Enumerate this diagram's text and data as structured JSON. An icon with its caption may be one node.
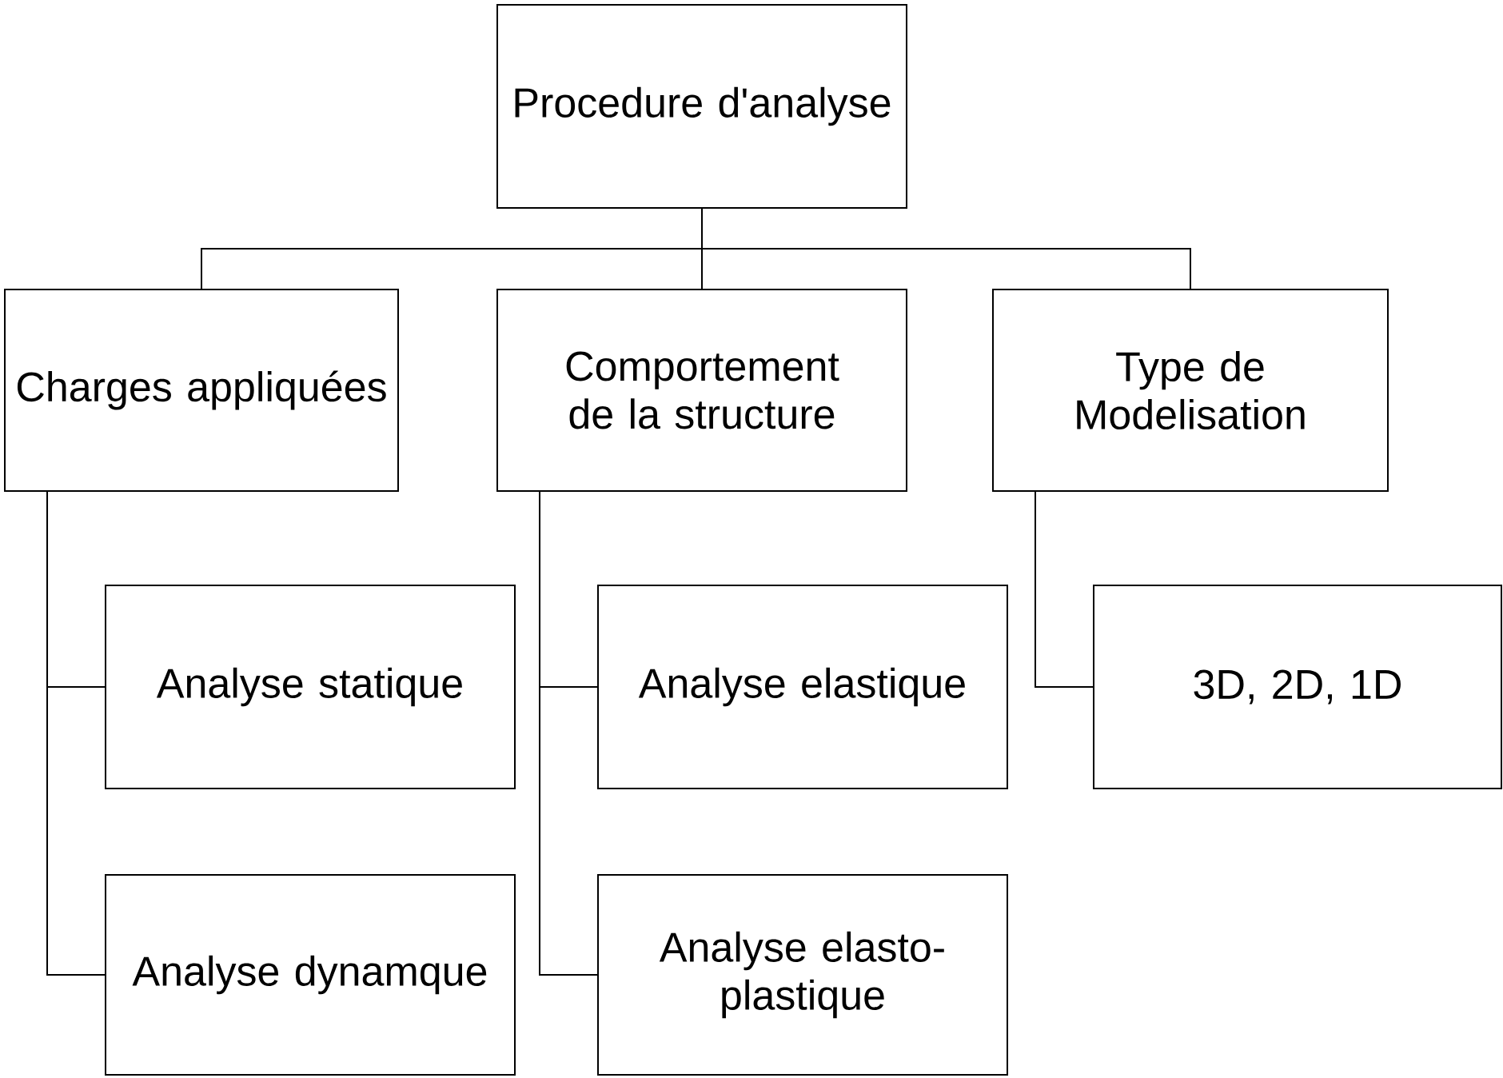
{
  "diagram": {
    "nodes": [
      {
        "text": [
          "Procedure d'analyse"
        ]
      },
      {
        "text": [
          "Charges appliquées"
        ]
      },
      {
        "text": [
          "Comportement de la structure"
        ]
      },
      {
        "text": [
          "Type de Modelisation"
        ]
      },
      {
        "text": [
          "Analyse statique"
        ]
      },
      {
        "text": [
          "Analyse dynamque"
        ]
      },
      {
        "text": [
          "Analyse elastique"
        ]
      },
      {
        "text": [
          "Analyse elasto- plastique"
        ]
      },
      {
        "text": [
          "3D, 2D, 1D"
        ]
      }
    ],
    "edges": [
      {
        "from": 0,
        "to": 1,
        "arrow": "none"
      },
      {
        "from": 0,
        "to": 2,
        "arrow": "none"
      },
      {
        "from": 0,
        "to": 3,
        "arrow": "none"
      },
      {
        "from": 1,
        "to": 4,
        "arrow": "none"
      },
      {
        "from": 1,
        "to": 5,
        "arrow": "none"
      },
      {
        "from": 2,
        "to": 6,
        "arrow": "none"
      },
      {
        "from": 2,
        "to": 7,
        "arrow": "none"
      },
      {
        "from": 3,
        "to": 8,
        "arrow": "none"
      }
    ]
  }
}
